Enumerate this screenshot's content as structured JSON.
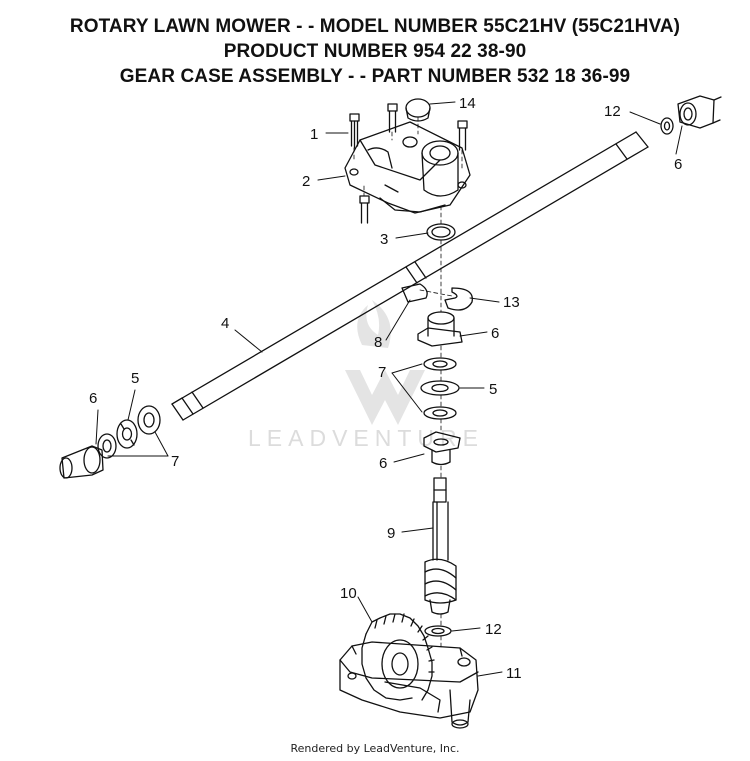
{
  "header": {
    "line1": "ROTARY LAWN MOWER - - MODEL NUMBER 55C21HV (55C21HVA)",
    "line2": "PRODUCT NUMBER 954 22 38-90",
    "line3": "GEAR CASE ASSEMBLY - - PART NUMBER 532 18 36-99"
  },
  "callouts": {
    "c1": "1",
    "c2": "2",
    "c3": "3",
    "c4": "4",
    "c5a": "5",
    "c5b": "5",
    "c6a": "6",
    "c6b": "6",
    "c6c": "6",
    "c6d": "6",
    "c7a": "7",
    "c7b": "7",
    "c8": "8",
    "c9": "9",
    "c10": "10",
    "c11": "11",
    "c12a": "12",
    "c12b": "12",
    "c13": "13",
    "c14": "14"
  },
  "watermark": "LEADVENTURE",
  "footer": "Rendered by LeadVenture, Inc."
}
